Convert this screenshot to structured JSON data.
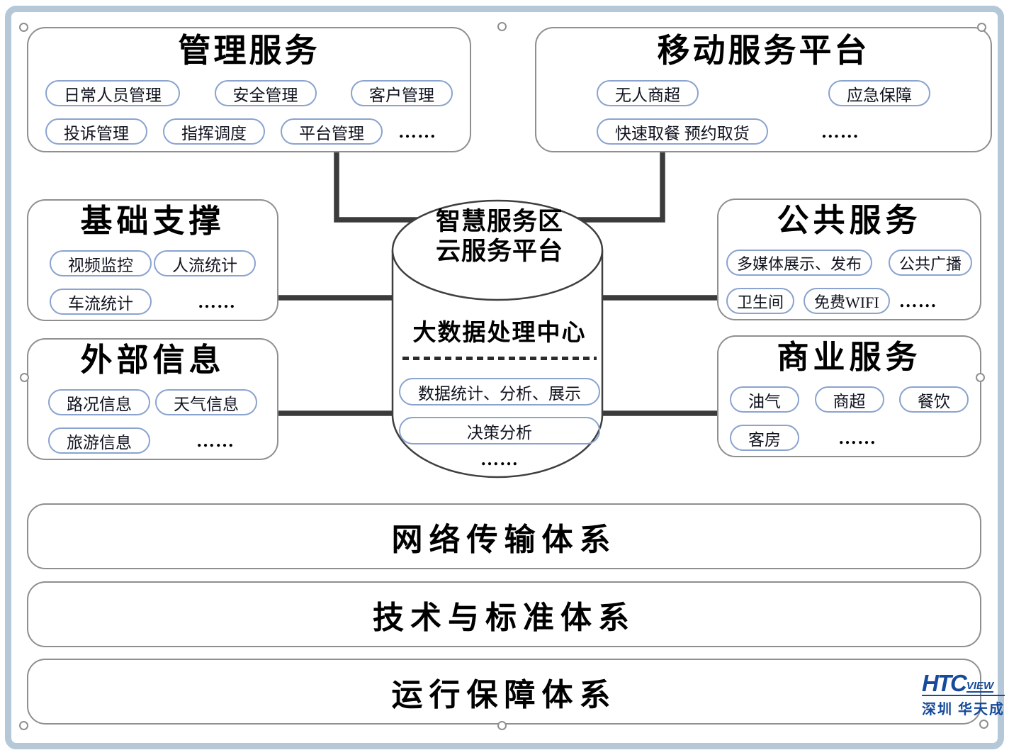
{
  "groups": [
    {
      "title": "管理服务",
      "rows": [
        [
          "日常人员管理",
          "安全管理",
          "客户管理"
        ],
        [
          "投诉管理",
          "指挥调度",
          "平台管理",
          "……"
        ]
      ]
    },
    {
      "title": "移动服务平台",
      "rows": [
        [
          "无人商超",
          "应急保障"
        ],
        [
          "快速取餐 预约取货",
          "……"
        ]
      ]
    },
    {
      "title": "基础支撑",
      "rows": [
        [
          "视频监控",
          "人流统计"
        ],
        [
          "车流统计",
          "……"
        ]
      ]
    },
    {
      "title": "外部信息",
      "rows": [
        [
          "路况信息",
          "天气信息"
        ],
        [
          "旅游信息",
          "……"
        ]
      ]
    },
    {
      "title": "公共服务",
      "rows": [
        [
          "多媒体展示、发布",
          "公共广播"
        ],
        [
          "卫生间",
          "免费WIFI",
          "……"
        ]
      ]
    },
    {
      "title": "商业服务",
      "rows": [
        [
          "油气",
          "商超",
          "餐饮"
        ],
        [
          "客房",
          "……"
        ]
      ]
    }
  ],
  "center": {
    "title_lines": [
      "智慧服务区",
      "云服务平台"
    ],
    "section_title": "大数据处理中心",
    "pills": [
      "数据统计、分析、展示",
      "决策分析"
    ],
    "dots": "……"
  },
  "foundation_bars": [
    "网络传输体系",
    "技术与标准体系",
    "运行保障体系"
  ],
  "logo": {
    "brand": "HTC",
    "brand_suffix": "VIEW",
    "subtitle": "深圳 华天成"
  },
  "colors": {
    "frame": "#b5c8d8",
    "box_border": "#8f8f8f",
    "pill_border": "#8aa3cf",
    "connector": "#3b3b3b",
    "logo_blue": "#164a9a"
  }
}
